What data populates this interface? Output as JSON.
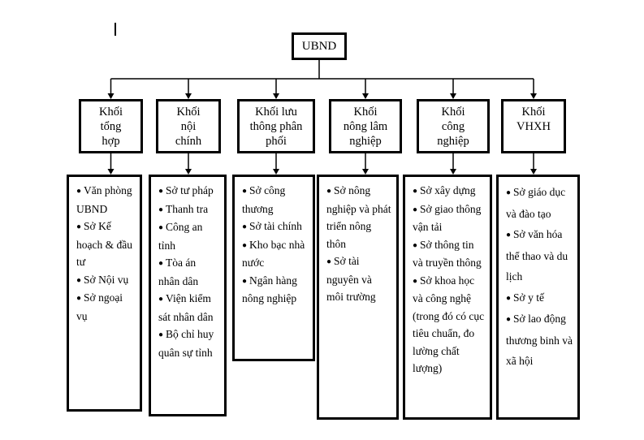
{
  "root": {
    "label": "UBND"
  },
  "groups": [
    {
      "title": "Khối tổng hợp",
      "lines": [
        "Khối",
        "tổng",
        "hợp"
      ],
      "items": [
        "Văn phòng UBND",
        "Sở Kế hoạch & đầu tư",
        "Sở Nội vụ",
        "Sở ngoại vụ"
      ]
    },
    {
      "title": "Khối nội chính",
      "lines": [
        "Khối",
        "nội",
        "chính"
      ],
      "items": [
        "Sở tư pháp",
        "Thanh tra",
        "Công an tỉnh",
        "Tòa án nhân dân",
        "Viện kiểm sát nhân dân",
        "Bộ chỉ huy quân sự tỉnh"
      ]
    },
    {
      "title": "Khối lưu thông phân phối",
      "lines": [
        "Khối lưu",
        "thông phân",
        "phối"
      ],
      "items": [
        "Sở công thương",
        "Sở tài chính",
        "Kho bạc nhà nước",
        "Ngân hàng nông nghiệp"
      ]
    },
    {
      "title": "Khối nông lâm nghiệp",
      "lines": [
        "Khối",
        "nông lâm",
        "nghiệp"
      ],
      "items": [
        "Sở nông nghiệp và phát triển nông thôn",
        "Sở tài nguyên và môi trường"
      ]
    },
    {
      "title": "Khối công nghiệp",
      "lines": [
        "Khối",
        "công",
        "nghiệp"
      ],
      "items": [
        "Sở xây dựng",
        "Sở giao thông vận tải",
        "Sở thông tin và truyền thông",
        "Sở khoa học và công nghệ (trong đó có cục tiêu chuẩn, đo lường chất lượng)"
      ]
    },
    {
      "title": "Khối VHXH",
      "lines": [
        "Khối",
        "VHXH"
      ],
      "items": [
        "Sở giáo dục và đào tạo",
        "Sở văn hóa thể thao và du lịch",
        "Sở y tế",
        "Sở lao động thương binh và xã hội"
      ]
    }
  ]
}
